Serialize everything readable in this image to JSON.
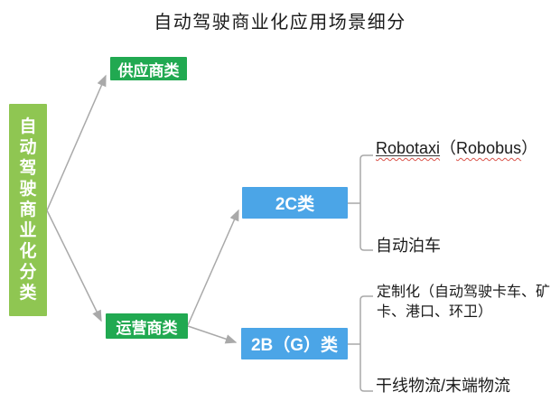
{
  "title": "自动驾驶商业化应用场景细分",
  "colors": {
    "root_green": "#8FC652",
    "node_green": "#21A951",
    "node_blue": "#4BA5E7",
    "connector_gray": "#A9A9A9",
    "text_dark": "#1b1b1b",
    "spellcheck_red": "#d9534a"
  },
  "root": {
    "label": "自动驾驶商业化分类"
  },
  "nodes": {
    "supplier": {
      "label": "供应商类"
    },
    "operator": {
      "label": "运营商类"
    },
    "c2": {
      "label": "2C类"
    },
    "b2g": {
      "label": "2B（G）类"
    }
  },
  "leaves": {
    "robotaxi": {
      "word": "Robotaxi",
      "paren_open": "（",
      "paren_word": "Robobus",
      "paren_close": "）"
    },
    "auto_parking": {
      "label": "自动泊车"
    },
    "custom": {
      "label": "定制化（自动驾驶卡车、矿卡、港口、环卫）"
    },
    "logistics": {
      "label": "干线物流/末端物流"
    }
  }
}
